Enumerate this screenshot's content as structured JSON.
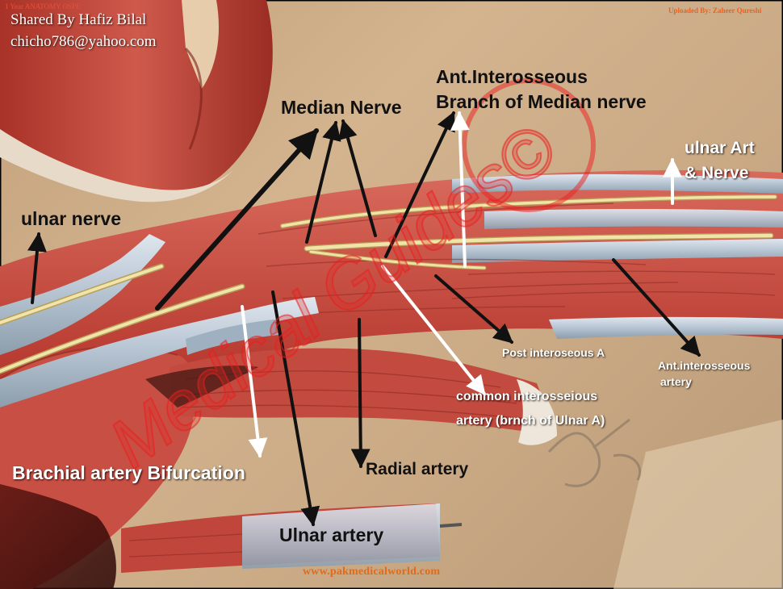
{
  "header": {
    "course": "1 Year ANATOMY OSPE",
    "shared_by": "Shared By Hafiz Bilal",
    "email": "chicho786@yahoo.com",
    "uploaded_by": "Uploaded By: Zaheer Qureshi"
  },
  "labels": {
    "median_nerve": "Median Nerve",
    "ant_interosseous_line1": "Ant.Interosseous",
    "ant_interosseous_line2": "Branch of Median nerve",
    "ulnar_art_line1": "ulnar Art",
    "ulnar_art_line2": "& Nerve",
    "ulnar_nerve": "ulnar nerve",
    "post_interoseous": "Post interoseous A",
    "ant_interosseous_artery_line1": "Ant.interosseous",
    "ant_interosseous_artery_line2": "artery",
    "common_interosseous_line1": "common interosseious",
    "common_interosseous_line2": "artery (brnch of Ulnar A)",
    "brachial_bifurcation": "Brachial artery Bifurcation",
    "radial_artery": "Radial artery",
    "ulnar_artery": "Ulnar artery"
  },
  "footer": {
    "url": "www.pakmedicalworld.com"
  },
  "watermark": {
    "text": "Medical Guides©"
  },
  "colors": {
    "muscle": "#b73a30",
    "nerve": "#eee2a0",
    "vessel": "#b9c6d3",
    "background": "#c9a883",
    "url_orange": "#e06b1a"
  }
}
